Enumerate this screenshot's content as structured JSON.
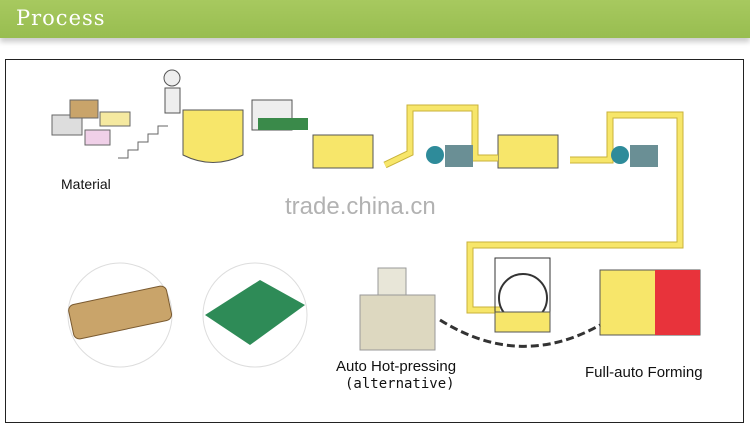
{
  "header": {
    "title": "Process",
    "color": "#9fc45a"
  },
  "labels": {
    "material": "Material",
    "hot_pressing": "Auto Hot-pressing",
    "hot_pressing_note": "(alternative)",
    "forming": "Full-auto Forming"
  },
  "watermark": "trade.china.cn",
  "colors": {
    "pipe": "#f7e66a",
    "pump": "#2e8b9a",
    "tray_brown": "#c9a46a",
    "tray_green": "#2e8b57",
    "forming": "#e8333b"
  }
}
